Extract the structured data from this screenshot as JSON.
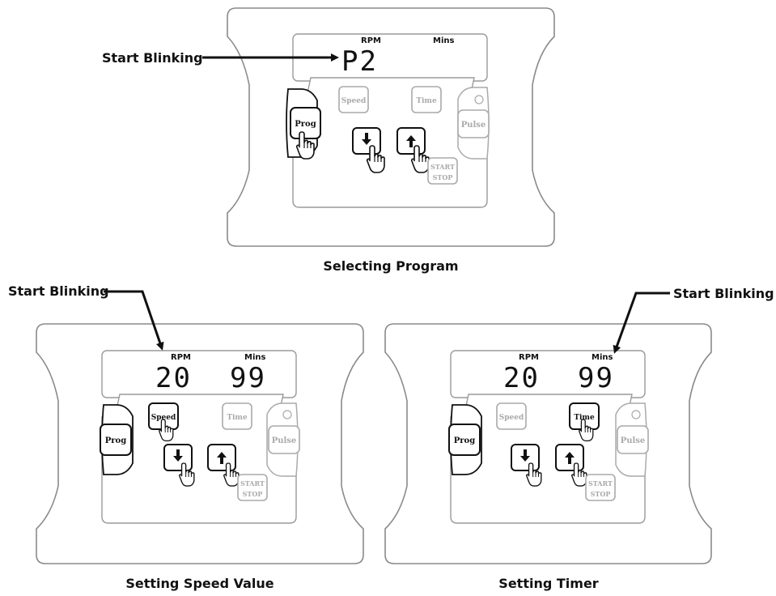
{
  "annotation": "Start Blinking",
  "panels": {
    "program": {
      "caption": "Selecting Program",
      "rpm_label": "RPM",
      "mins_label": "Mins",
      "display": "P2",
      "buttons": {
        "speed": "Speed",
        "time": "Time",
        "prog": "Prog",
        "pulse": "Pulse",
        "start": "START",
        "stop": "STOP"
      }
    },
    "speed": {
      "caption": "Setting Speed Value",
      "rpm_label": "RPM",
      "mins_label": "Mins",
      "rpm_value": "20",
      "mins_value": "99",
      "buttons": {
        "speed": "Speed",
        "time": "Time",
        "prog": "Prog",
        "pulse": "Pulse",
        "start": "START",
        "stop": "STOP"
      }
    },
    "timer": {
      "caption": "Setting Timer",
      "rpm_label": "RPM",
      "mins_label": "Mins",
      "rpm_value": "20",
      "mins_value": "99",
      "buttons": {
        "speed": "Speed",
        "time": "Time",
        "prog": "Prog",
        "pulse": "Pulse",
        "start": "START",
        "stop": "STOP"
      }
    }
  },
  "colors": {
    "outline": "#8a8a8a",
    "dark": "#111111",
    "faded": "#b0b0b0"
  },
  "icons": [
    "hand-pointer-icon",
    "arrow-down-icon",
    "arrow-up-icon"
  ]
}
